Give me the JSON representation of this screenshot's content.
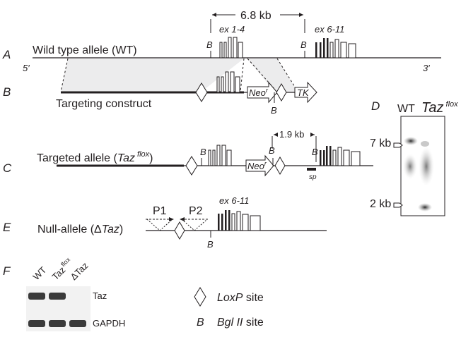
{
  "panels": {
    "A": "A",
    "B": "B",
    "C": "C",
    "D": "D",
    "E": "E",
    "F": "F"
  },
  "distance_top": "6.8 kb",
  "exons_1_4": "ex 1-4",
  "exons_6_11": "ex 6-11",
  "bgl_site_letter": "B",
  "five_prime": "5′",
  "three_prime": "3′",
  "wt_allele": "Wild type allele (WT)",
  "targeting_construct": "Targeting construct",
  "neo_main": "Neo",
  "neo_sup": "r",
  "tk": "TK",
  "distance_mid": "1.9 kb",
  "sp": "sp",
  "targeted_allele": {
    "prefix": "Targeted allele (",
    "gene": "Taz",
    "sup": "flox",
    "suffix": ")"
  },
  "null_allele": {
    "prefix": "Null-allele (Δ",
    "gene": "Taz",
    "suffix": ")"
  },
  "primer1": "P1",
  "primer2": "P2",
  "blot": {
    "lane_wt": "WT",
    "lane_taz": "Taz",
    "lane_taz_sup": "flox",
    "marker_7kb": "7 kb",
    "marker_2kb": "2 kb"
  },
  "pcr": {
    "lane_wt": "WT",
    "lane_taz": "Taz",
    "lane_taz_sup": "flox",
    "lane_delta": "ΔTaz",
    "row_taz": "Taz",
    "row_gapdh": "GAPDH"
  },
  "legend": {
    "loxp_label": "LoxP",
    "loxp_suffix": " site",
    "b_letter": "B",
    "bgl_label": "Bgl II",
    "bgl_suffix": " site"
  },
  "colors": {
    "ink": "#231f20",
    "construct_shading": "#ececed",
    "gel_dark": "#3a3a3a"
  }
}
